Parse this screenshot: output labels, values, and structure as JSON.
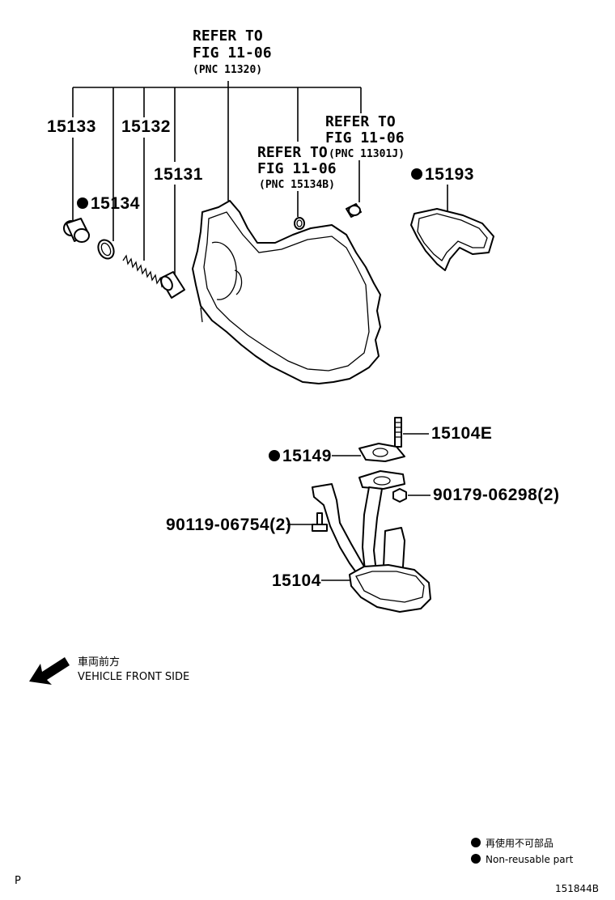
{
  "refs": {
    "top": {
      "line1": "REFER TO",
      "line2": "FIG 11-06",
      "line3": "(PNC 11320)"
    },
    "middle": {
      "line1": "REFER TO",
      "line2": "FIG 11-06",
      "line3": "(PNC 15134B)"
    },
    "right": {
      "line1": "REFER TO",
      "line2": "FIG 11-06",
      "line3": "(PNC 11301J)"
    }
  },
  "parts": {
    "p15133": "15133",
    "p15132": "15132",
    "p15131": "15131",
    "p15134": "15134",
    "p15193": "15193",
    "p15104E": "15104E",
    "p15149": "15149",
    "p90179": "90179-06298(2)",
    "p90119": "90119-06754(2)",
    "p15104": "15104"
  },
  "direction": {
    "jp": "車両前方",
    "en": "VEHICLE FRONT SIDE"
  },
  "legend": {
    "jp": "再使用不可部品",
    "en": "Non-reusable part"
  },
  "footer": {
    "corner_mark": "P",
    "diagram_id": "151844B"
  }
}
